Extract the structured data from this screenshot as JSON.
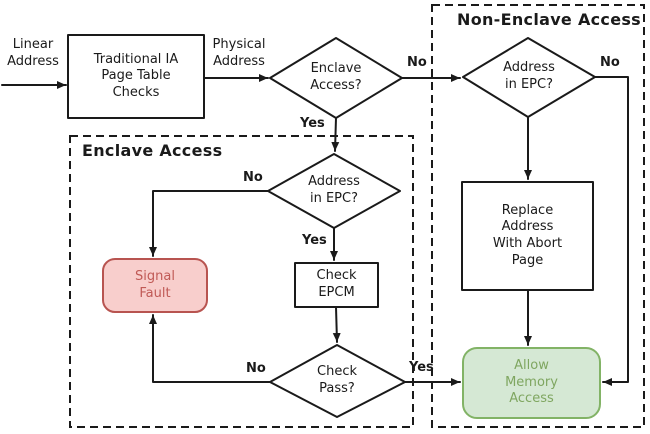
{
  "colors": {
    "stroke": "#1a1a1a",
    "fault_fill": "#f8cecc",
    "fault_border": "#b85450",
    "fault_text": "#c05a56",
    "allow_fill": "#d5e8d4",
    "allow_border": "#82b366",
    "allow_text": "#7fa660"
  },
  "flow": {
    "input_label": "Linear\nAddress",
    "intermediate_label": "Physical\nAddress",
    "regions": {
      "enclave": "Enclave Access",
      "non_enclave": "Non-Enclave Access"
    },
    "nodes": {
      "page_table_checks": "Traditional IA\nPage Table\nChecks",
      "enclave_access_q": "Enclave\nAccess?",
      "ne_address_in_epc_q": "Address\nin EPC?",
      "e_address_in_epc_q": "Address\nin EPC?",
      "check_epcm": "Check\nEPCM",
      "check_pass_q": "Check\nPass?",
      "signal_fault": "Signal\nFault",
      "replace_abort": "Replace\nAddress\nWith Abort\nPage",
      "allow_access": "Allow\nMemory\nAccess"
    },
    "edge_labels": {
      "enclave_access_no": "No",
      "enclave_access_yes": "Yes",
      "ne_epc_no": "No",
      "e_epc_no": "No",
      "e_epc_yes": "Yes",
      "check_pass_no": "No",
      "check_pass_yes": "Yes"
    }
  }
}
